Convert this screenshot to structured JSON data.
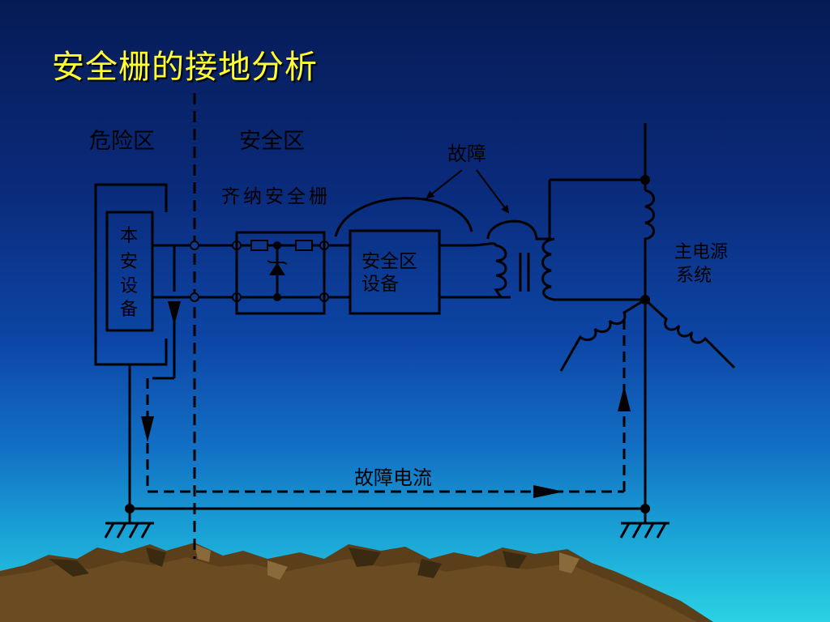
{
  "slide": {
    "title": "安全栅的接地分析"
  },
  "diagram": {
    "zone_hazard": "危险区",
    "zone_safe": "安全区",
    "barrier_label": "齐纳安全栅",
    "fault_label": "故障",
    "field_device_label": "本安设备",
    "safe_device_line1": "安全区",
    "safe_device_line2": "设备",
    "power_line1": "主电源",
    "power_line2": "系统",
    "fault_current_label": "故障电流"
  }
}
